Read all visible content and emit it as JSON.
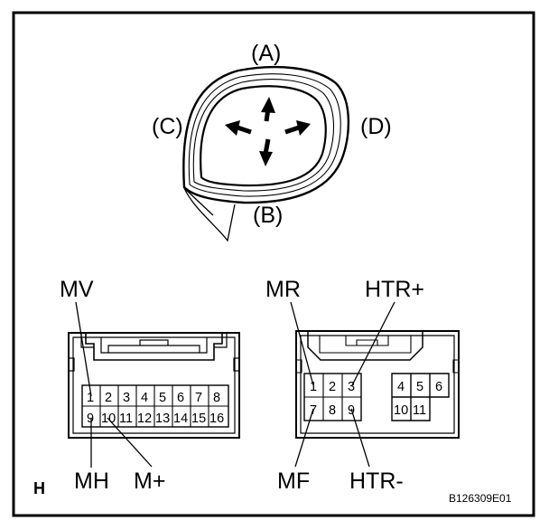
{
  "mirror": {
    "label_a": "(A)",
    "label_b": "(B)",
    "label_c": "(C)",
    "label_d": "(D)"
  },
  "left_connector": {
    "top_label": "MV",
    "bottom_left_label": "MH",
    "bottom_right_label": "M+",
    "row1": [
      "1",
      "2",
      "3",
      "4",
      "5",
      "6",
      "7",
      "8"
    ],
    "row2": [
      "9",
      "10",
      "11",
      "12",
      "13",
      "14",
      "15",
      "16"
    ]
  },
  "right_connector": {
    "top_left_label": "MR",
    "top_right_label": "HTR+",
    "bottom_left_label": "MF",
    "bottom_right_label": "HTR-",
    "left_row1": [
      "1",
      "2",
      "3"
    ],
    "left_row2": [
      "7",
      "8",
      "9"
    ],
    "right_row1": [
      "4",
      "5",
      "6"
    ],
    "right_row2": [
      "10",
      "11"
    ]
  },
  "corner_letter": "H",
  "figure_code": "B126309E01"
}
